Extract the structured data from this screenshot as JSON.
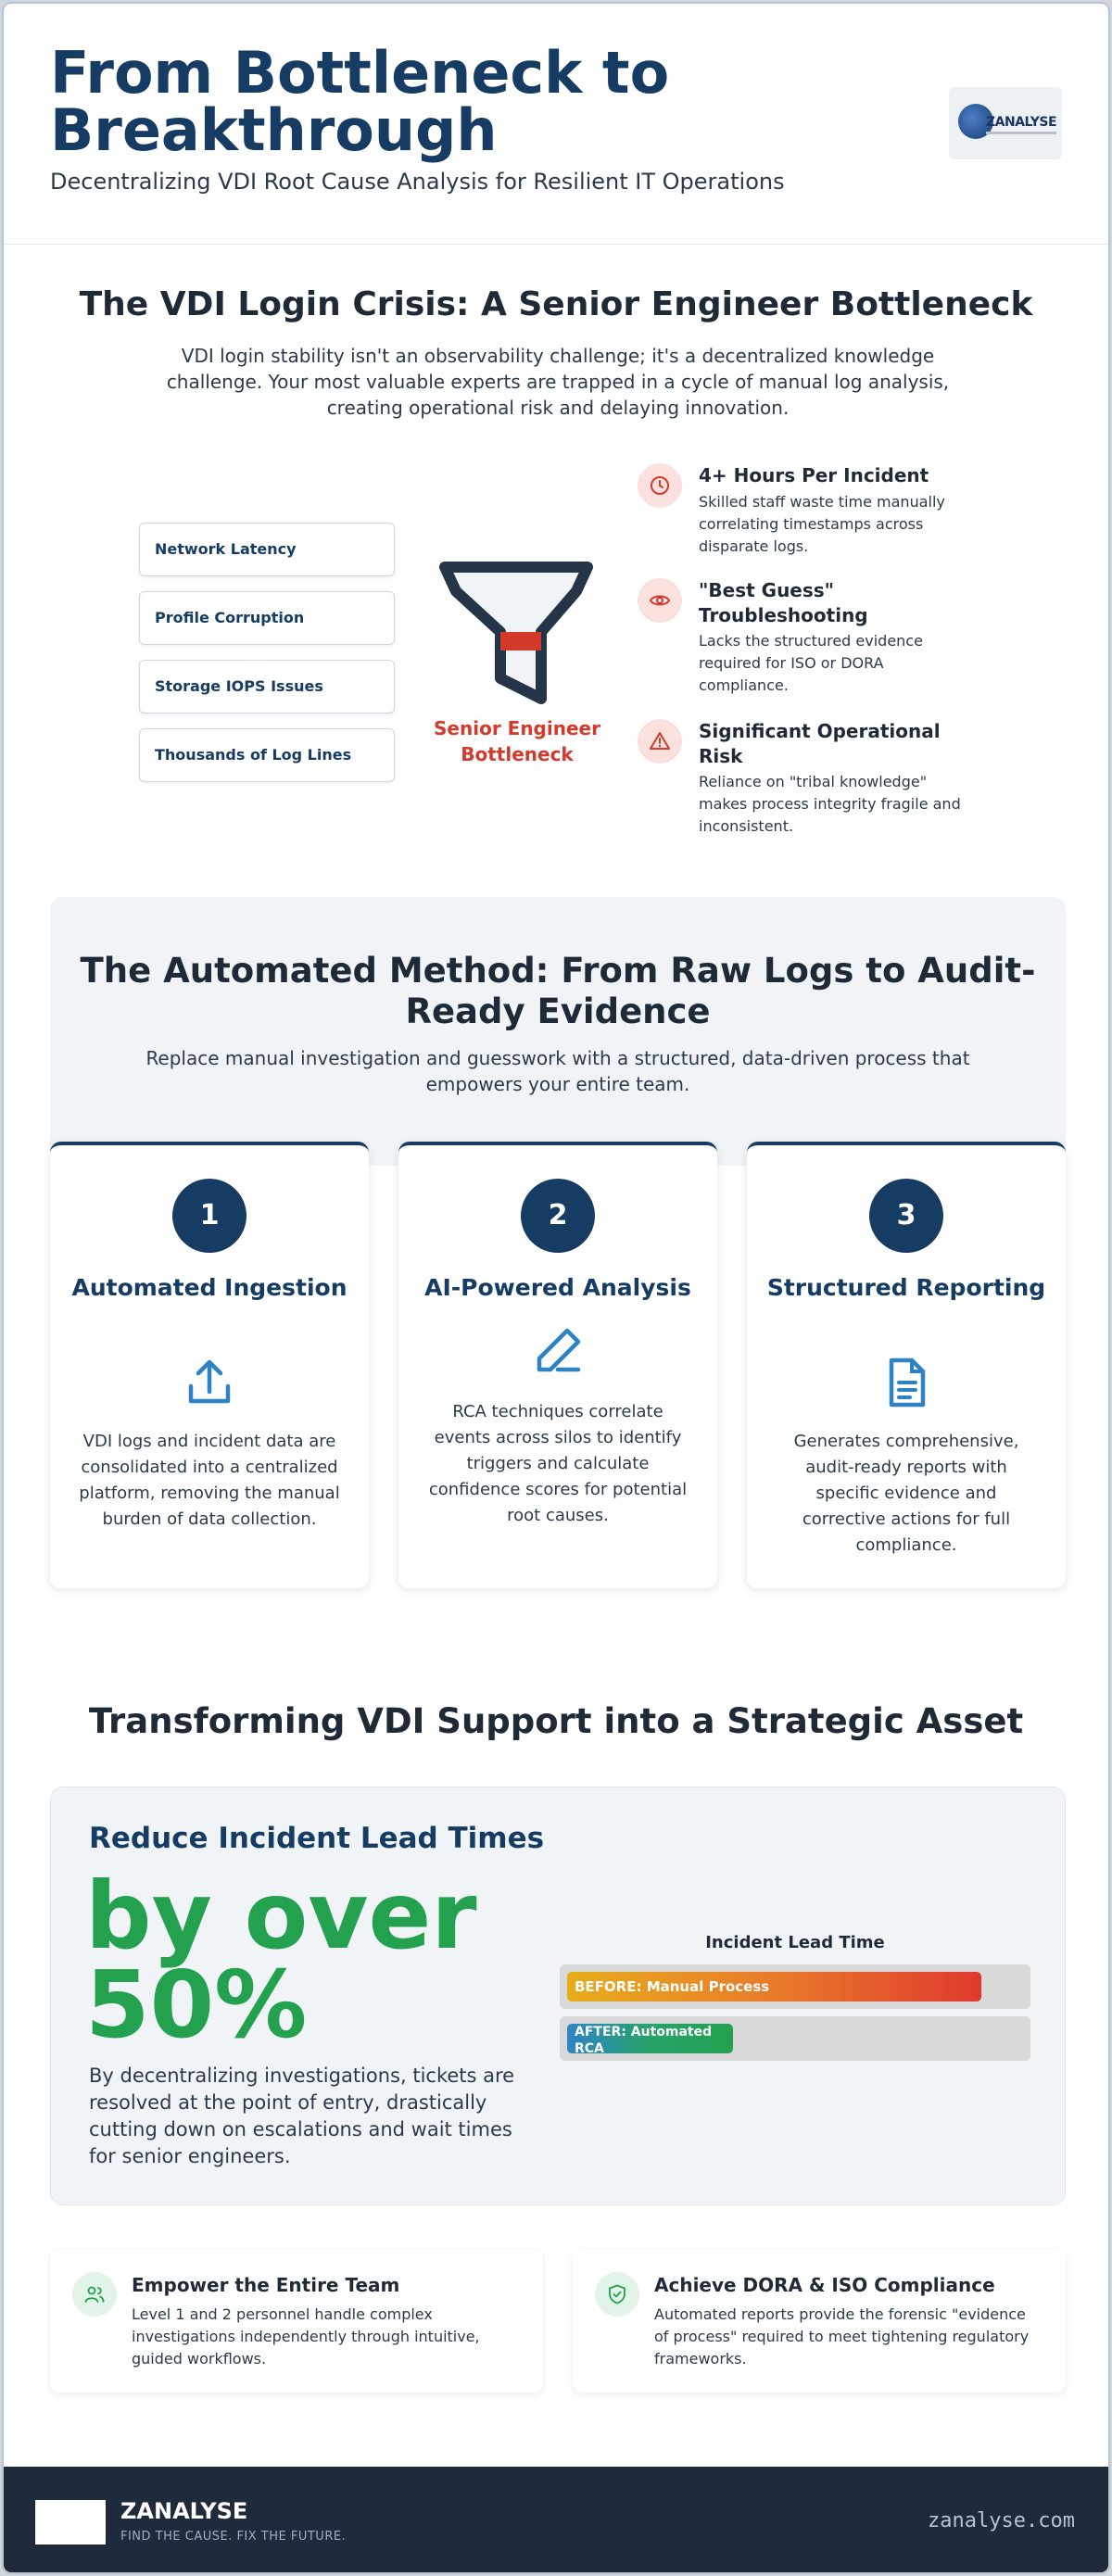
{
  "header": {
    "title": "From Bottleneck to Breakthrough",
    "subtitle": "Decentralizing VDI Root Cause Analysis for Resilient IT Operations",
    "logo_text": "ZANALYSE"
  },
  "crisis": {
    "title": "The VDI Login Crisis: A Senior Engineer Bottleneck",
    "lead": "VDI login stability isn't an observability challenge; it's a decentralized knowledge challenge. Your most valuable experts are trapped in a cycle of manual log analysis, creating operational risk and delaying innovation.",
    "inputs": [
      "Network Latency",
      "Profile Corruption",
      "Storage IOPS Issues",
      "Thousands of Log Lines"
    ],
    "funnel_label": "Senior Engineer Bottleneck",
    "pains": [
      {
        "icon": "clock-icon",
        "title": "4+ Hours Per Incident",
        "text": "Skilled staff waste time manually correlating timestamps across disparate logs."
      },
      {
        "icon": "eye-icon",
        "title": "\"Best Guess\" Troubleshooting",
        "text": "Lacks the structured evidence required for ISO or DORA compliance."
      },
      {
        "icon": "warning-icon",
        "title": "Significant Operational Risk",
        "text": "Reliance on \"tribal knowledge\" makes process integrity fragile and inconsistent."
      }
    ],
    "accent_color": "#d33a2c"
  },
  "method": {
    "title": "The Automated Method: From Raw Logs to Audit-Ready Evidence",
    "lead": "Replace manual investigation and guesswork with a structured, data-driven process that empowers your entire team.",
    "steps": [
      {
        "number": "1",
        "title": "Automated Ingestion",
        "icon": "upload-icon",
        "text": "VDI logs and incident data are consolidated into a centralized platform, removing the manual burden of data collection."
      },
      {
        "number": "2",
        "title": "AI-Powered Analysis",
        "icon": "pen-icon",
        "text": "RCA techniques correlate events across silos to identify triggers and calculate confidence scores for potential root causes."
      },
      {
        "number": "3",
        "title": "Structured Reporting",
        "icon": "document-icon",
        "text": "Generates comprehensive, audit-ready reports with specific evidence and corrective actions for full compliance."
      }
    ],
    "brand_color": "#163c63"
  },
  "strategic": {
    "title": "Transforming VDI Support into a Strategic Asset",
    "metric_heading": "Reduce Incident Lead Times",
    "metric_value": "by over 50%",
    "metric_text": "By decentralizing investigations, tickets are resolved at the point of entry, drastically cutting down on escalations and wait times for senior engineers.",
    "chart_data": {
      "type": "bar",
      "title": "Incident Lead Time",
      "categories": [
        "BEFORE: Manual Process",
        "AFTER: Automated RCA"
      ],
      "values": [
        100,
        40
      ],
      "xlim": [
        0,
        110
      ]
    },
    "success_color": "#23a14f"
  },
  "benefits": [
    {
      "icon": "users-icon",
      "title": "Empower the Entire Team",
      "text": "Level 1 and 2 personnel handle complex investigations independently through intuitive, guided workflows."
    },
    {
      "icon": "shield-check-icon",
      "title": "Achieve DORA & ISO Compliance",
      "text": "Automated reports provide the forensic \"evidence of process\" required to meet tightening regulatory frameworks."
    }
  ],
  "footer": {
    "brand": "ZANALYSE",
    "tagline": "FIND THE CAUSE. FIX THE FUTURE.",
    "url": "zanalyse.com"
  }
}
